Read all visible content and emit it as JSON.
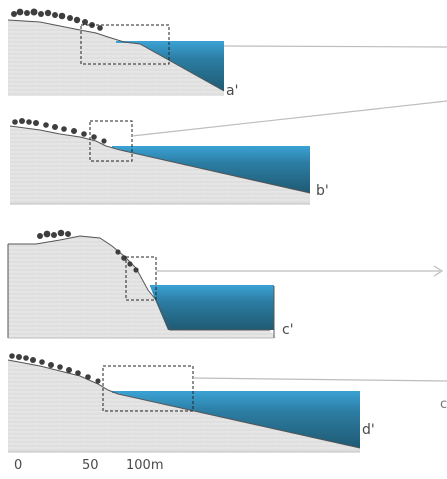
{
  "profiles": [
    {
      "label": "a'"
    },
    {
      "label": "b'"
    },
    {
      "label": "c'"
    },
    {
      "label": "d'"
    }
  ],
  "cut_label": "c",
  "scale": {
    "labels": [
      "0",
      "50",
      "100m"
    ]
  },
  "colors": {
    "water_surface": "#3aa0d2",
    "water_deep": "#1f5a73",
    "ground": "#e4e4e4",
    "ground_line": "#999999",
    "callout_line": "#bdbdbd",
    "tree": "#444444",
    "frame": "#222222"
  }
}
